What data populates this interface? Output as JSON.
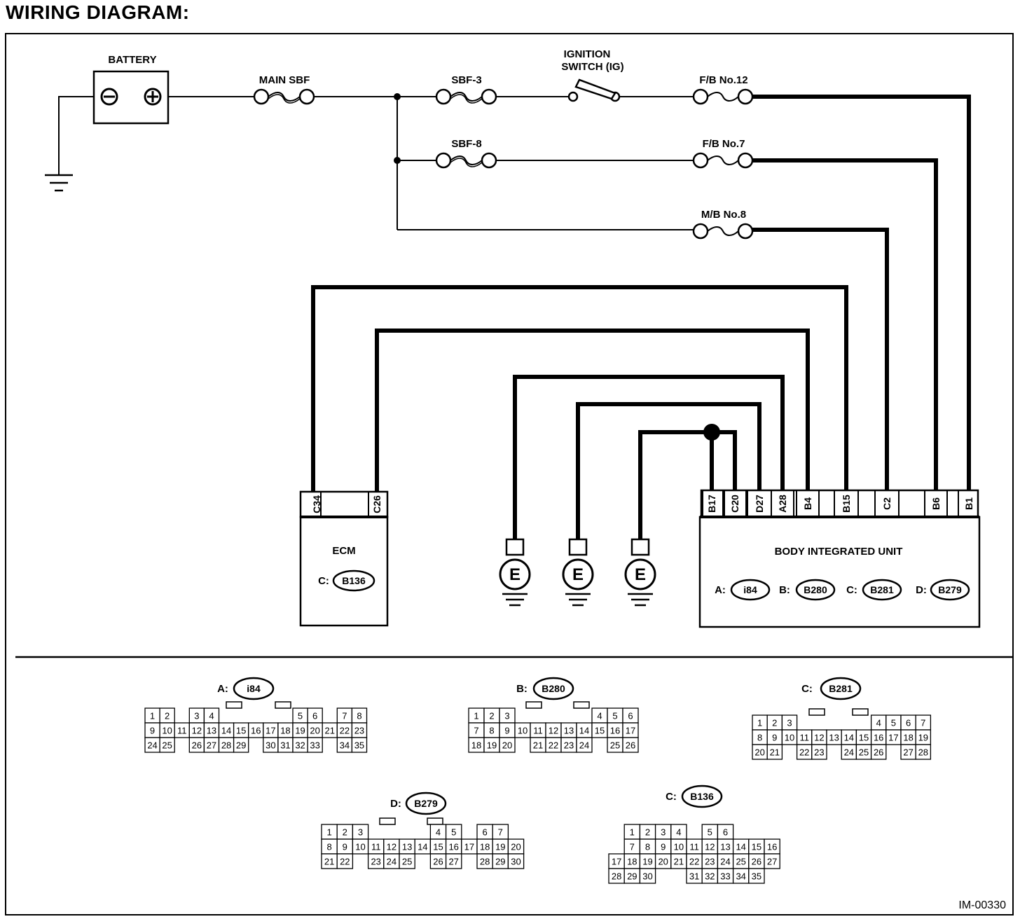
{
  "title": "WIRING DIAGRAM:",
  "figure_id": "IM-00330",
  "components": {
    "battery": "BATTERY",
    "main_sbf": "MAIN SBF",
    "sbf3": "SBF-3",
    "sbf8": "SBF-8",
    "ignition_line1": "IGNITION",
    "ignition_line2": "SWITCH (IG)",
    "fb12": "F/B No.12",
    "fb7": "F/B No.7",
    "mb8": "M/B No.8",
    "ground_symbol": "E"
  },
  "ecm": {
    "title": "ECM",
    "connector_prefix": "C:",
    "connector": "B136",
    "pins": [
      "C34",
      "C26"
    ]
  },
  "body_unit": {
    "title": "BODY INTEGRATED UNIT",
    "connectors": [
      {
        "prefix": "A:",
        "id": "i84"
      },
      {
        "prefix": "B:",
        "id": "B280"
      },
      {
        "prefix": "C:",
        "id": "B281"
      },
      {
        "prefix": "D:",
        "id": "B279"
      }
    ],
    "pins": [
      "B17",
      "C20",
      "D27",
      "A28",
      "B4",
      "B15",
      "C2",
      "B6",
      "B1"
    ]
  },
  "connector_views": [
    {
      "prefix": "A:",
      "id": "i84",
      "rows": [
        [
          "1",
          "2",
          "",
          "3",
          "4",
          "",
          "",
          "",
          "",
          "",
          "5",
          "6",
          "",
          "7",
          "8"
        ],
        [
          "9",
          "10",
          "11",
          "12",
          "13",
          "14",
          "15",
          "16",
          "17",
          "18",
          "19",
          "20",
          "21",
          "22",
          "23"
        ],
        [
          "24",
          "25",
          "",
          "26",
          "27",
          "28",
          "29",
          "",
          "30",
          "31",
          "32",
          "33",
          "",
          "34",
          "35"
        ]
      ]
    },
    {
      "prefix": "B:",
      "id": "B280",
      "rows": [
        [
          "1",
          "2",
          "3",
          "",
          "",
          "",
          "",
          "",
          "4",
          "5",
          "6"
        ],
        [
          "7",
          "8",
          "9",
          "10",
          "11",
          "12",
          "13",
          "14",
          "15",
          "16",
          "17"
        ],
        [
          "18",
          "19",
          "20",
          "",
          "21",
          "22",
          "23",
          "24",
          "",
          "25",
          "26"
        ]
      ]
    },
    {
      "prefix": "C:",
      "id": "B281",
      "rows": [
        [
          "1",
          "2",
          "3",
          "",
          "",
          "",
          "",
          "",
          "4",
          "5",
          "6",
          "7"
        ],
        [
          "8",
          "9",
          "10",
          "11",
          "12",
          "13",
          "14",
          "15",
          "16",
          "17",
          "18",
          "19"
        ],
        [
          "20",
          "21",
          "",
          "22",
          "23",
          "",
          "24",
          "25",
          "26",
          "",
          "27",
          "28"
        ]
      ]
    },
    {
      "prefix": "D:",
      "id": "B279",
      "rows": [
        [
          "1",
          "2",
          "3",
          "",
          "",
          "",
          "",
          "4",
          "5",
          "",
          "6",
          "7"
        ],
        [
          "8",
          "9",
          "10",
          "11",
          "12",
          "13",
          "14",
          "15",
          "16",
          "17",
          "18",
          "19",
          "20"
        ],
        [
          "21",
          "22",
          "",
          "23",
          "24",
          "25",
          "",
          "26",
          "27",
          "",
          "28",
          "29",
          "30"
        ]
      ]
    },
    {
      "prefix": "C:",
      "id": "B136",
      "rows": [
        [
          "",
          "1",
          "2",
          "3",
          "4",
          "",
          "5",
          "6"
        ],
        [
          "",
          "7",
          "8",
          "9",
          "10",
          "11",
          "12",
          "13",
          "14",
          "15",
          "16"
        ],
        [
          "17",
          "18",
          "19",
          "20",
          "21",
          "22",
          "23",
          "24",
          "25",
          "26",
          "27"
        ],
        [
          "28",
          "29",
          "30",
          "",
          "",
          "31",
          "32",
          "33",
          "34",
          "35"
        ]
      ]
    }
  ]
}
